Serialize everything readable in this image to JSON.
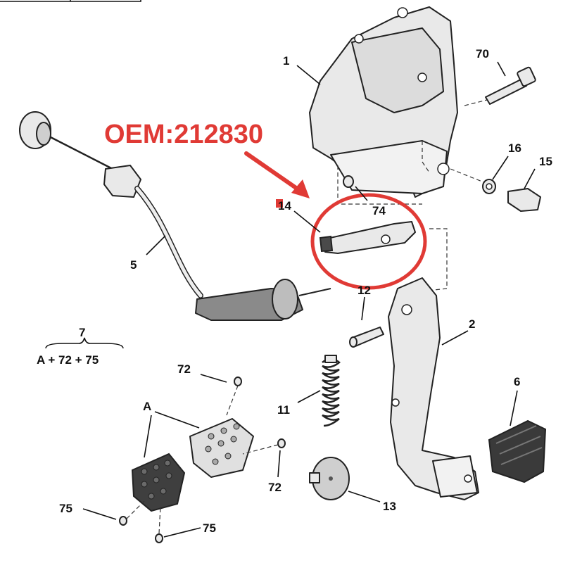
{
  "callout": {
    "oem_text": "OEM:212830",
    "color": "#e03a35"
  },
  "labels": {
    "l1": "1",
    "l2": "2",
    "l5": "5",
    "l6": "6",
    "l7": "7",
    "l11": "11",
    "l12": "12",
    "l13": "13",
    "l14": "14",
    "l15": "15",
    "l16": "16",
    "l70": "70",
    "l72a": "72",
    "l72b": "72",
    "l74": "74",
    "l75a": "75",
    "l75b": "75",
    "lA": "A",
    "kit_formula": "A + 72 + 75"
  }
}
